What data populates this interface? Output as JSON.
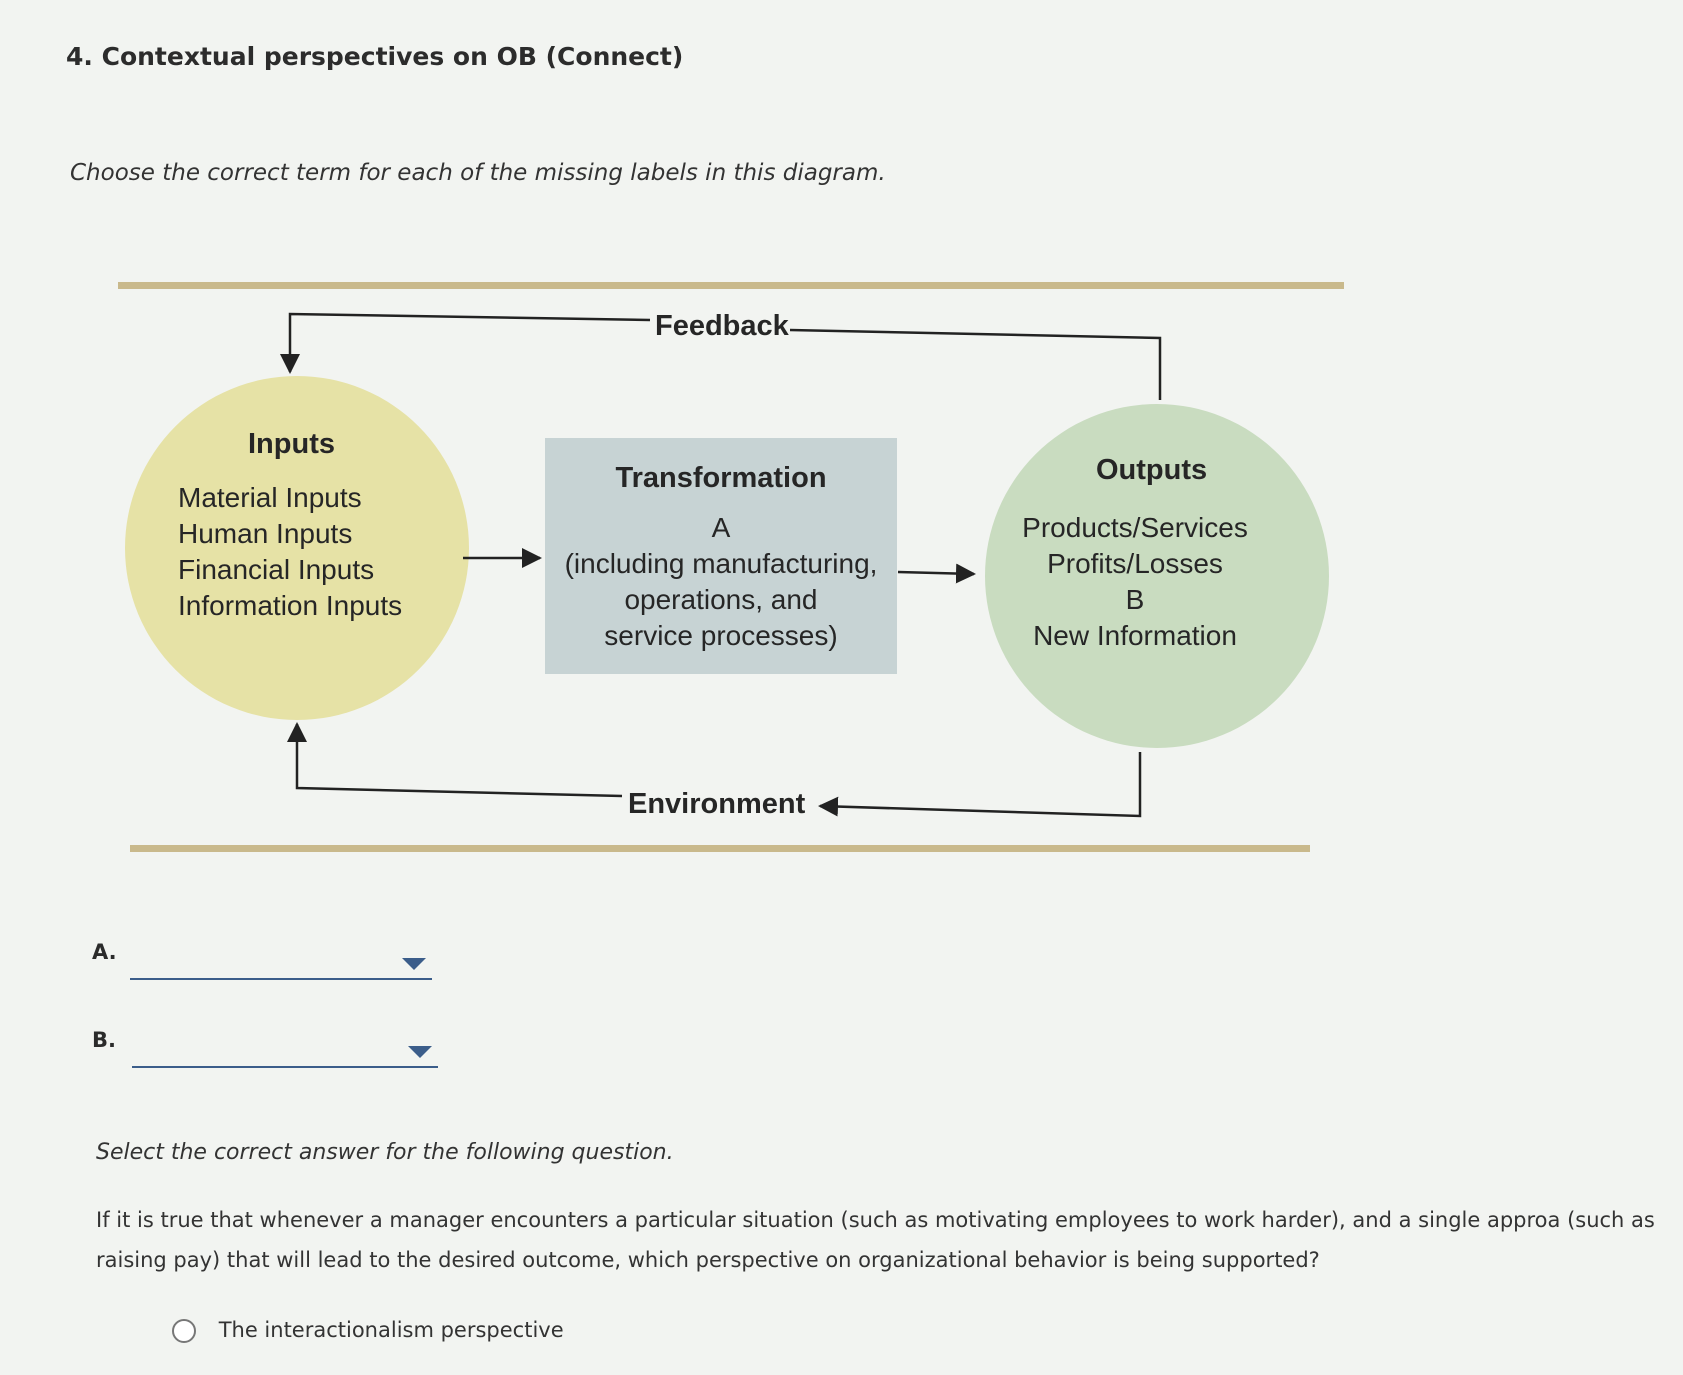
{
  "question": {
    "title": "4. Contextual perspectives on OB (Connect)",
    "instruction": "Choose the correct term for each of the missing labels in this diagram."
  },
  "diagram": {
    "feedback": "Feedback",
    "environment": "Environment",
    "inputs": {
      "heading": "Inputs",
      "items": [
        "Material Inputs",
        "Human Inputs",
        "Financial Inputs",
        "Information Inputs"
      ]
    },
    "transformation": {
      "heading": "Transformation",
      "lines": [
        "A",
        "(including manufacturing,",
        "operations, and",
        "service processes)"
      ]
    },
    "outputs": {
      "heading": "Outputs",
      "items": [
        "Products/Services",
        "Profits/Losses",
        "B",
        "New Information"
      ]
    }
  },
  "blanks": [
    {
      "letter": "A.",
      "selected": ""
    },
    {
      "letter": "B.",
      "selected": ""
    }
  ],
  "question2": {
    "intro": "Select the correct answer for the following question.",
    "text": "If it is true that whenever a manager encounters a particular situation (such as motivating employees to work harder), and a single approa (such as raising pay) that will lead to the desired outcome, which perspective on organizational behavior is being supported?",
    "options": [
      "The interactionalism perspective"
    ]
  },
  "colors": {
    "inputs_circle": "#e6e2a6",
    "transformation_box": "#c7d3d4",
    "outputs_circle": "#c9dcc0",
    "rule": "#c9b98c",
    "dropdown": "#3b5d8a"
  }
}
